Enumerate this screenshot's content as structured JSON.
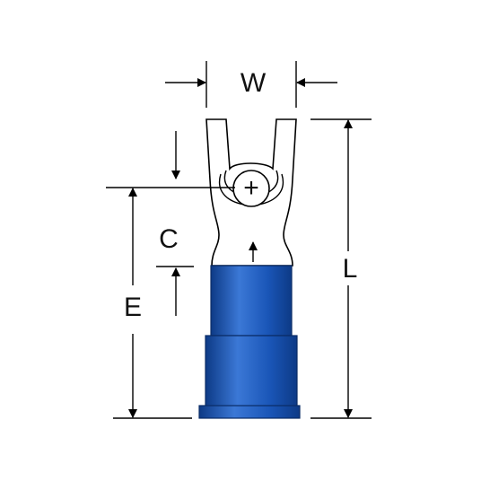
{
  "labels": {
    "width": "W",
    "length": "L",
    "extension": "E",
    "clearance": "C",
    "stud_mark": "+"
  },
  "colors": {
    "insulation_main": "#1a56b8",
    "insulation_light": "#3b78d6",
    "insulation_dark": "#0d3a86",
    "line": "#000000",
    "background": "#ffffff"
  },
  "icons": {
    "arrow": "arrowhead"
  }
}
